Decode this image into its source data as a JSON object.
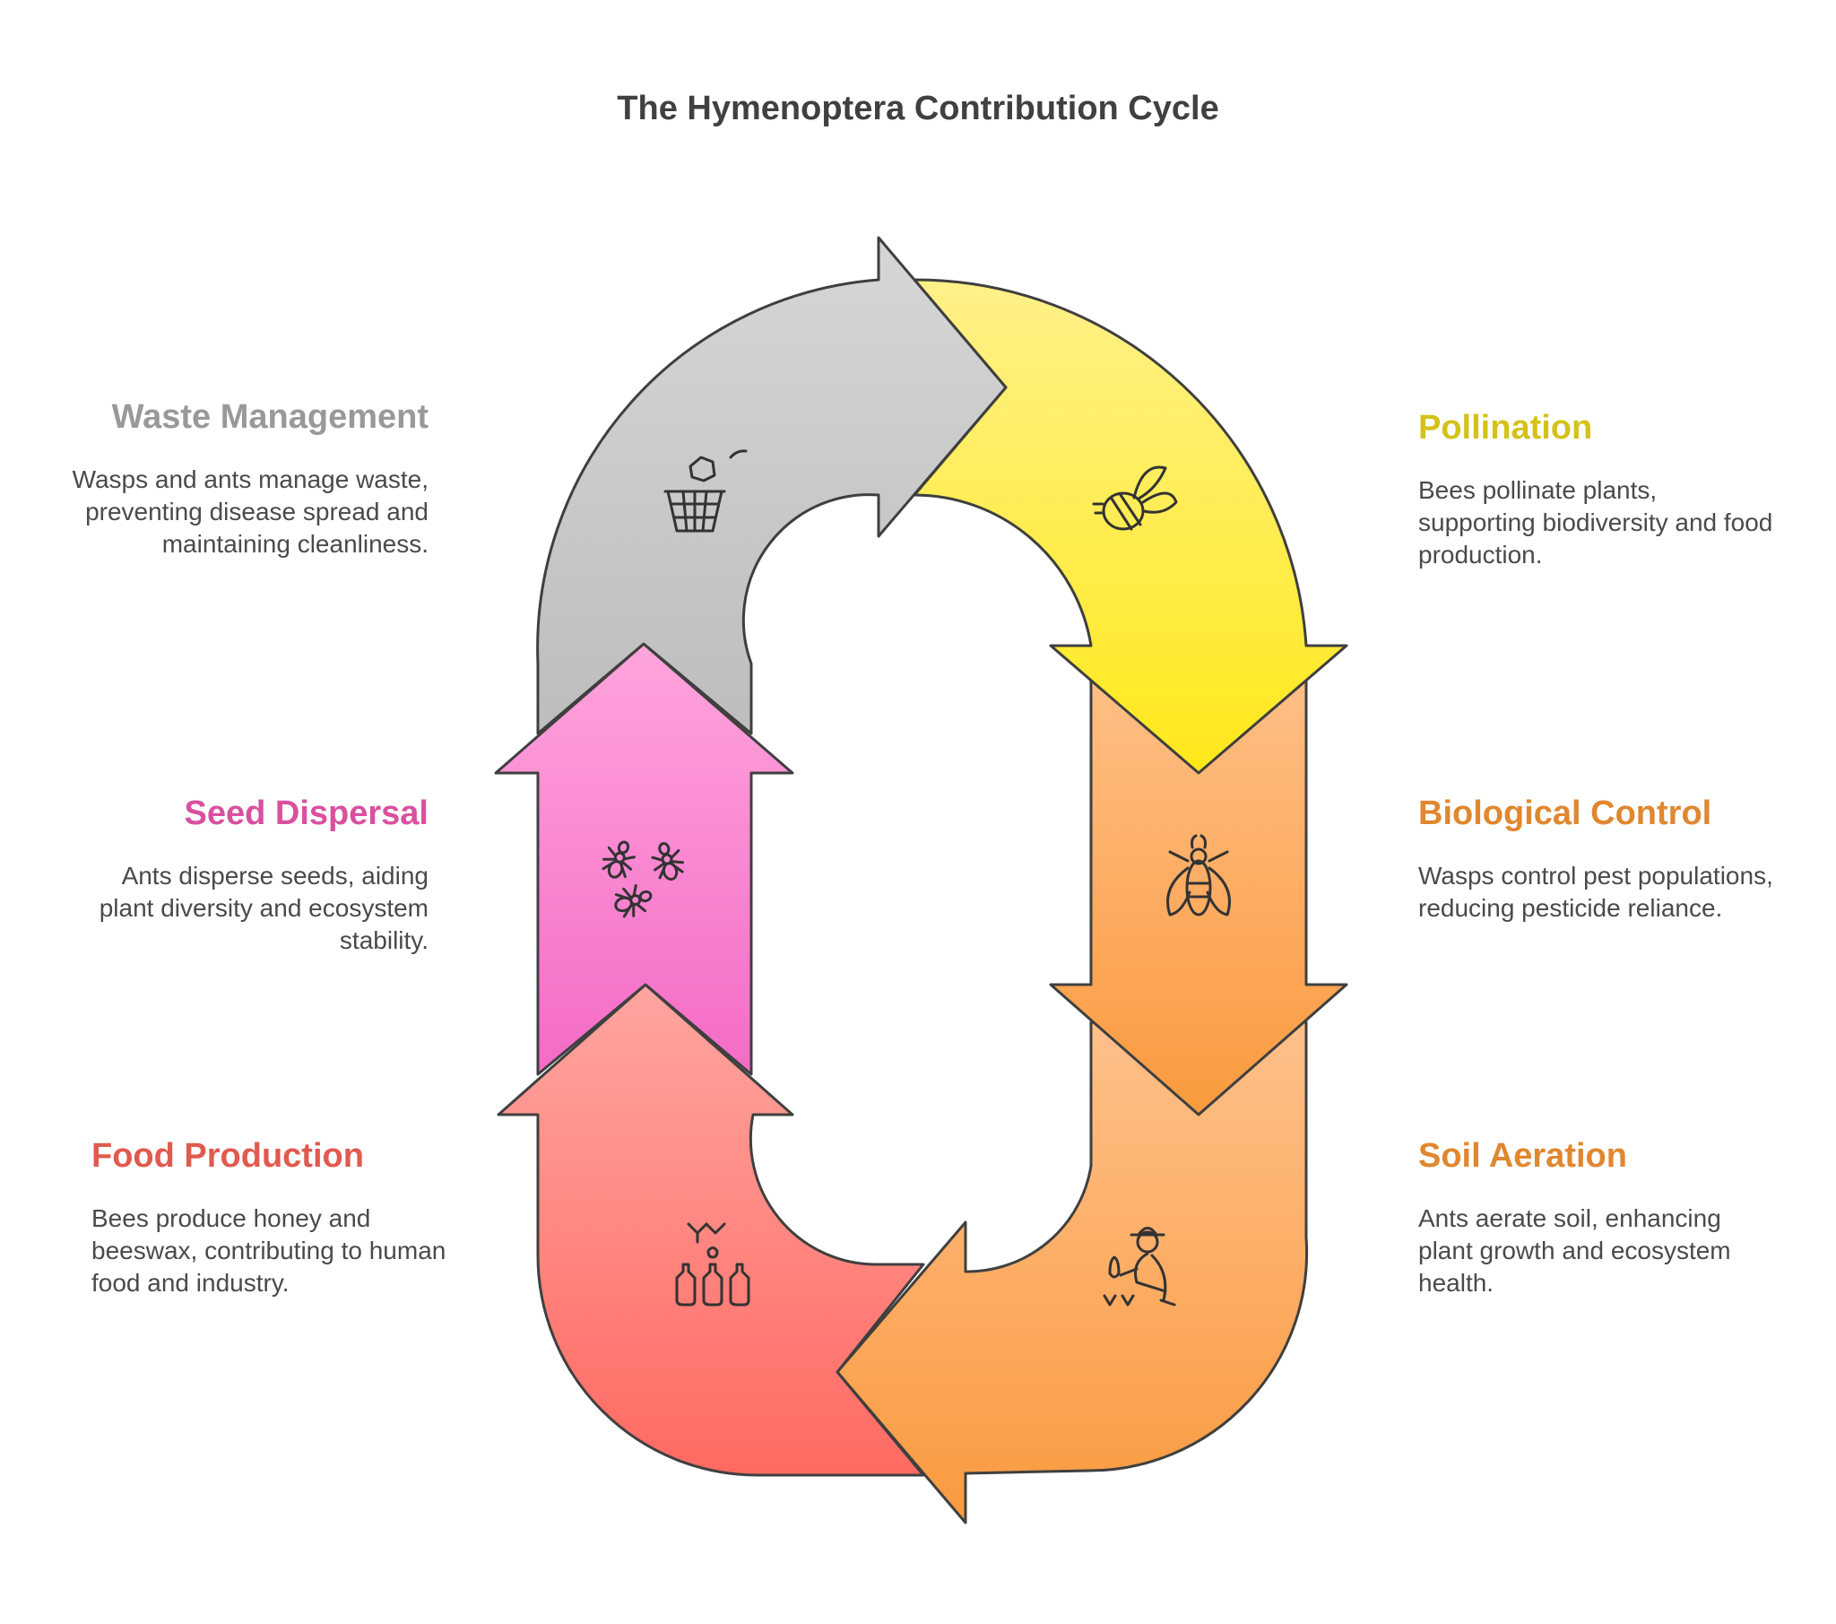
{
  "title": "The Hymenoptera Contribution Cycle",
  "steps": [
    {
      "heading": "Waste Management",
      "text": "Wasps and ants manage waste, preventing disease spread and maintaining cleanliness.",
      "color": "#999999",
      "icon": "trash-basket-icon"
    },
    {
      "heading": "Pollination",
      "text": "Bees pollinate plants, supporting biodiversity and food production.",
      "color": "#D4C21A",
      "icon": "bee-icon"
    },
    {
      "heading": "Biological Control",
      "text": "Wasps control pest populations, reducing pesticide reliance.",
      "color": "#E0872F",
      "icon": "wasp-icon"
    },
    {
      "heading": "Soil Aeration",
      "text": "Ants aerate soil, enhancing plant growth and ecosystem health.",
      "color": "#E0872F",
      "icon": "gardener-icon"
    },
    {
      "heading": "Food Production",
      "text": "Bees produce honey and beeswax, contributing to human food and industry.",
      "color": "#E05A4F",
      "icon": "honey-jars-icon"
    },
    {
      "heading": "Seed Dispersal",
      "text": "Ants disperse seeds, aiding plant diversity and ecosystem stability.",
      "color": "#D9509F",
      "icon": "ants-icon"
    }
  ]
}
